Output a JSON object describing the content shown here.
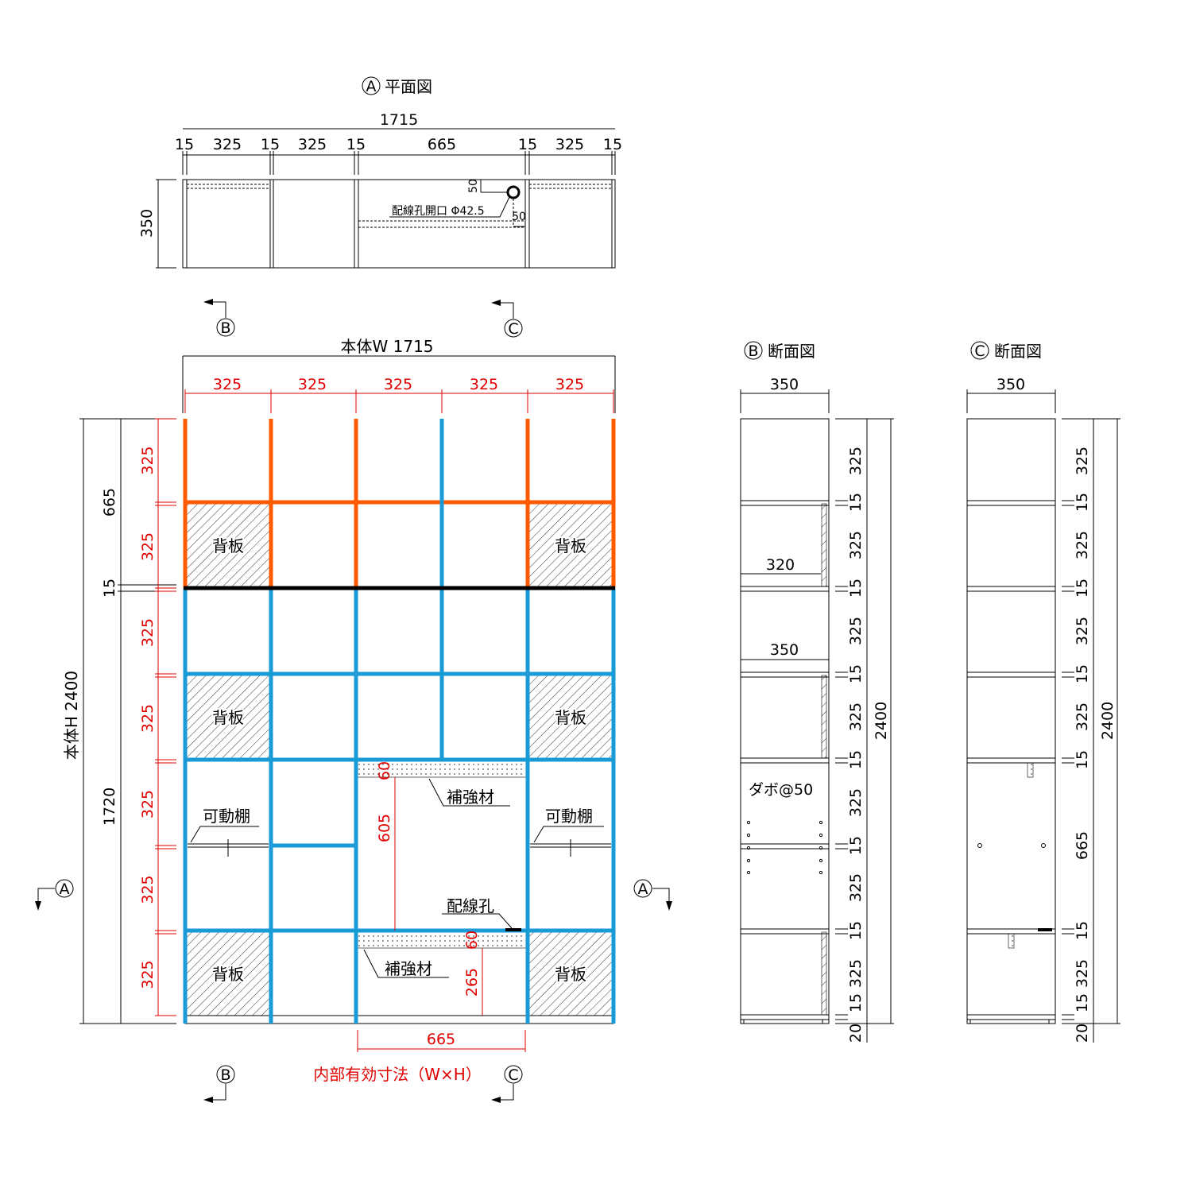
{
  "plan": {
    "marker": "A",
    "title": "平面図",
    "total_width": "1715",
    "segments": [
      "15",
      "325",
      "15",
      "325",
      "15",
      "665",
      "15",
      "325",
      "15"
    ],
    "depth": "350",
    "hole_label": "配線孔開口 Φ42.5",
    "hole_offset_top": "50",
    "hole_offset_side": "50"
  },
  "section_markers": {
    "b": "B",
    "c": "C",
    "a": "A"
  },
  "front": {
    "width_label": "本体W 1715",
    "height_label": "本体H 2400",
    "inner_widths": [
      "325",
      "325",
      "325",
      "325",
      "325"
    ],
    "left_dims": [
      "665",
      "15",
      "1720"
    ],
    "row_heights": [
      "325",
      "325",
      "325",
      "325",
      "325",
      "325",
      "325"
    ],
    "back_panel": "背板",
    "movable_shelf": "可動棚",
    "reinforcement": "補強材",
    "wiring_hole": "配線孔",
    "inner_dims": {
      "top_reinf": "60",
      "opening_h": "605",
      "bottom_reinf": "60",
      "lower_h": "265",
      "opening_w": "665"
    },
    "caption": "内部有効寸法（W×H）",
    "colors": {
      "upper": "#ff5a00",
      "lower": "#1a9ad6",
      "dimension": "#e00000"
    }
  },
  "section_b": {
    "marker": "B",
    "title": "断面図",
    "depth": "350",
    "shelf_depth_a": "320",
    "shelf_depth_b": "350",
    "dowel_label": "ダボ@50",
    "dims": [
      "325",
      "15",
      "325",
      "15",
      "325",
      "15",
      "325",
      "15",
      "325",
      "15",
      "325",
      "15",
      "325",
      "15",
      "20"
    ],
    "total": "2400"
  },
  "section_c": {
    "marker": "C",
    "title": "断面図",
    "depth": "350",
    "dims": [
      "325",
      "15",
      "325",
      "15",
      "325",
      "15",
      "325",
      "15",
      "665",
      "15",
      "325",
      "15",
      "20"
    ],
    "total": "2400"
  }
}
